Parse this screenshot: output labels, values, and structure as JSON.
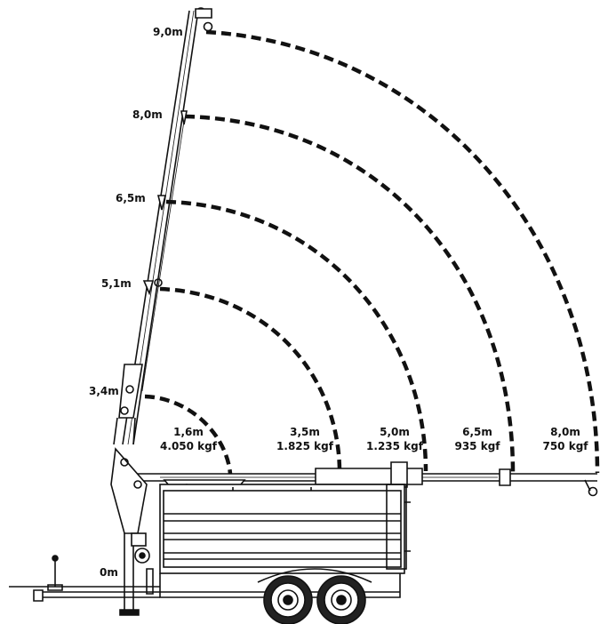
{
  "height_labels": [
    "9,0m",
    "8,0m",
    "6,5m",
    "5,1m",
    "3,4m",
    "0m"
  ],
  "reach_labels": [
    {
      "distance": "1,6m",
      "load": "4.050 kgf"
    },
    {
      "distance": "3,5m",
      "load": "1.825 kgf"
    },
    {
      "distance": "5,0m",
      "load": "1.235 kgf"
    },
    {
      "distance": "6,5m",
      "load": "935 kgf"
    },
    {
      "distance": "8,0m",
      "load": "750 kgf"
    }
  ],
  "colors": {
    "line": "#111111",
    "background": "#ffffff"
  }
}
